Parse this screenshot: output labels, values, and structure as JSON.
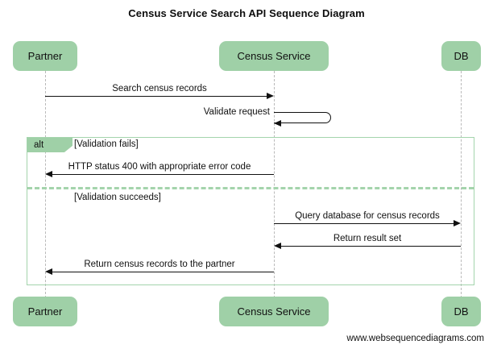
{
  "diagram": {
    "title": "Census Service Search API Sequence Diagram",
    "watermark": "www.websequencediagrams.com",
    "colors": {
      "participant_fill": "#9fd0a7",
      "frame_border": "#a4d4ac",
      "lifeline": "#b9b9b9",
      "line": "#111111"
    }
  },
  "participants": [
    {
      "name": "Partner",
      "label": "Partner"
    },
    {
      "name": "Census Service",
      "label": "Census Service"
    },
    {
      "name": "DB",
      "label": "DB"
    }
  ],
  "messages": [
    {
      "label": "Search census records",
      "from": "Partner",
      "to": "Census Service",
      "direction": "right"
    },
    {
      "label": "Validate request",
      "from": "Census Service",
      "to": "Census Service",
      "direction": "self"
    },
    {
      "label": "HTTP status 400 with appropriate error code",
      "from": "Census Service",
      "to": "Partner",
      "direction": "left"
    },
    {
      "label": "Query database for census records",
      "from": "Census Service",
      "to": "DB",
      "direction": "right"
    },
    {
      "label": "Return result set",
      "from": "DB",
      "to": "Census Service",
      "direction": "left"
    },
    {
      "label": "Return census records to the partner",
      "from": "Census Service",
      "to": "Partner",
      "direction": "left"
    }
  ],
  "alt_fragment": {
    "operator": "alt",
    "branches": [
      {
        "condition": "[Validation fails]"
      },
      {
        "condition": "[Validation succeeds]"
      }
    ]
  }
}
